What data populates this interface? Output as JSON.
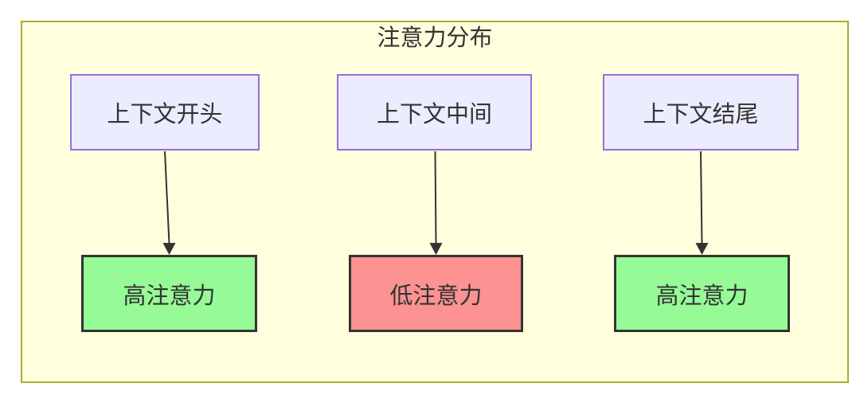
{
  "diagram": {
    "type": "flowchart",
    "title": "注意力分布",
    "columns": [
      {
        "source": {
          "label": "上下文开头"
        },
        "target": {
          "label": "高注意力",
          "level": "high"
        }
      },
      {
        "source": {
          "label": "上下文中间"
        },
        "target": {
          "label": "低注意力",
          "level": "low"
        }
      },
      {
        "source": {
          "label": "上下文结尾"
        },
        "target": {
          "label": "高注意力",
          "level": "high"
        }
      }
    ],
    "colors": {
      "canvas_bg": "#ffffff",
      "container_fill": "#ffffde",
      "container_border": "#aaaa33",
      "source_fill": "#ececff",
      "source_border": "#9370db",
      "high_attention_fill": "#96fa96",
      "low_attention_fill": "#fc9292",
      "result_border": "#333333",
      "arrow_color": "#333333",
      "text_color": "#333333"
    }
  }
}
